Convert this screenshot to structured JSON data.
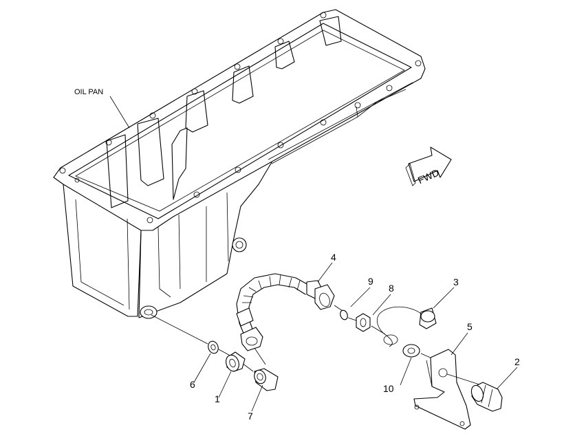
{
  "callouts": {
    "oil_pan": "OIL PAN",
    "fwd": "FWD",
    "n1": "1",
    "n2": "2",
    "n3": "3",
    "n4": "4",
    "n5": "5",
    "n6": "6",
    "n7": "7",
    "n8": "8",
    "n9": "9",
    "n10": "10"
  },
  "colors": {
    "line": "#000000",
    "background": "#ffffff"
  }
}
